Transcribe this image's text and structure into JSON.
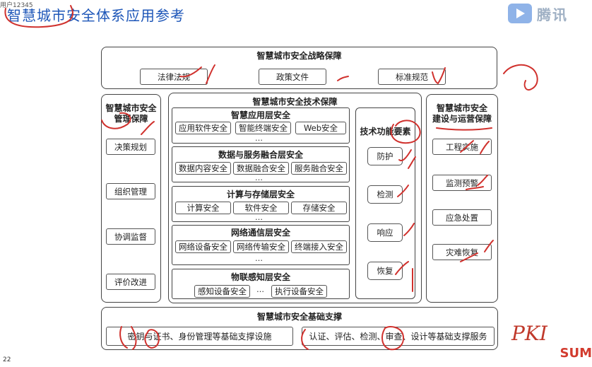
{
  "title": "智慧城市安全体系应用参考",
  "page_number": "22",
  "corner_text": "用户12345",
  "logo_text": "腾讯",
  "watermark_sum": "SUM",
  "handwritten_note": "PKI",
  "strategy": {
    "header": "智慧城市安全战略保障",
    "items": [
      "法律法规",
      "政策文件",
      "标准规范"
    ]
  },
  "management": {
    "header": "智慧城市安全管理保障",
    "header_line1": "智慧城市安全",
    "header_line2": "管理保障",
    "items": [
      "决策规划",
      "组织管理",
      "协调监督",
      "评价改进"
    ]
  },
  "technical": {
    "header": "智慧城市安全技术保障",
    "layers": [
      {
        "name": "智慧应用层安全",
        "items": [
          "应用软件安全",
          "智能终端安全",
          "Web安全"
        ]
      },
      {
        "name": "数据与服务融合层安全",
        "items": [
          "数据内容安全",
          "数据融合安全",
          "服务融合安全"
        ]
      },
      {
        "name": "计算与存储层安全",
        "items": [
          "计算安全",
          "软件安全",
          "存储安全"
        ]
      },
      {
        "name": "网络通信层安全",
        "items": [
          "网络设备安全",
          "网络传输安全",
          "终端接入安全"
        ]
      },
      {
        "name": "物联感知层安全",
        "items": [
          "感知设备安全",
          "执行设备安全"
        ]
      }
    ],
    "ellipsis": "…",
    "functions_header": "技术功能要素",
    "functions": [
      "防护",
      "检测",
      "响应",
      "恢复"
    ]
  },
  "operations": {
    "header": "智慧城市安全建设与运营保障",
    "header_line1": "智慧城市安全",
    "header_line2": "建设与运营保障",
    "items": [
      "工程实施",
      "监测预警",
      "应急处置",
      "灾难恢复"
    ]
  },
  "foundation": {
    "header": "智慧城市安全基础支撑",
    "items": [
      "密钥与证书、身份管理等基础支撑设施",
      "认证、评估、检测、审查、设计等基础支撑服务"
    ]
  },
  "colors": {
    "title": "#1d56b8",
    "annotation": "#d0312d",
    "logo": "#9fb0c4"
  }
}
